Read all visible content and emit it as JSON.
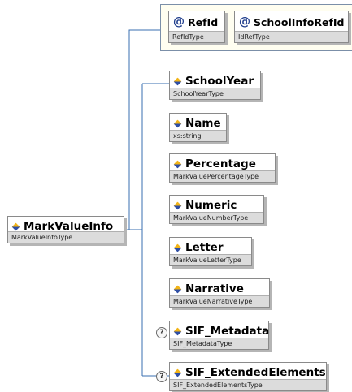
{
  "root": {
    "name": "MarkValueInfo",
    "type": "MarkValueInfoType"
  },
  "attributes": [
    {
      "name": "RefId",
      "type": "RefIdType"
    },
    {
      "name": "SchoolInfoRefId",
      "type": "IdRefType"
    }
  ],
  "elements": [
    {
      "name": "SchoolYear",
      "type": "SchoolYearType"
    },
    {
      "name": "Name",
      "type": "xs:string"
    },
    {
      "name": "Percentage",
      "type": "MarkValuePercentageType"
    },
    {
      "name": "Numeric",
      "type": "MarkValueNumberType"
    },
    {
      "name": "Letter",
      "type": "MarkValueLetterType"
    },
    {
      "name": "Narrative",
      "type": "MarkValueNarrativeType"
    },
    {
      "name": "SIF_Metadata",
      "type": "SIF_MetadataType",
      "optional_glyph": "?"
    },
    {
      "name": "SIF_ExtendedElements",
      "type": "SIF_ExtendedElementsType",
      "optional_glyph": "?"
    }
  ],
  "icons": {
    "attribute_glyph": "@",
    "element_icon": "element-diamond-icon"
  },
  "colors": {
    "connector": "#3a6fb0",
    "attr_group_bg": "#fffef0",
    "type_band": "#dcdcdc"
  }
}
